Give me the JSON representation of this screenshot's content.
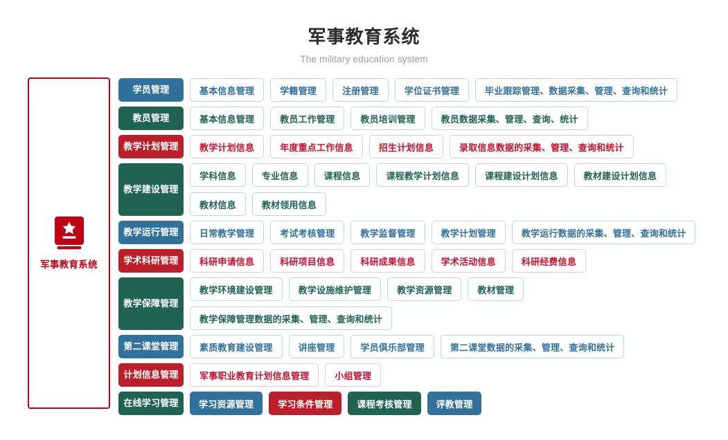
{
  "header": {
    "title": "军事教育系统",
    "subtitle": "The military education system"
  },
  "brand": {
    "icon": "book-star-icon",
    "label": "军事教育系统",
    "color": "#c00014"
  },
  "colors": {
    "blue": "#31719b",
    "green": "#1f6350",
    "red": "#bb1f2a",
    "brand_red": "#c00014"
  },
  "rows": [
    {
      "category": "学员管理",
      "color": "blue",
      "items": [
        {
          "label": "基本信息管理",
          "style": "outline",
          "color": "blue"
        },
        {
          "label": "学籍管理",
          "style": "outline",
          "color": "blue"
        },
        {
          "label": "注册管理",
          "style": "outline",
          "color": "blue"
        },
        {
          "label": "学位证书管理",
          "style": "outline",
          "color": "blue"
        },
        {
          "label": "毕业跟踪管理、数据采集、管理、查询和统计",
          "style": "outline",
          "color": "blue"
        }
      ]
    },
    {
      "category": "教员管理",
      "color": "green",
      "items": [
        {
          "label": "基本信息管理",
          "style": "outline",
          "color": "green"
        },
        {
          "label": "教员工作管理",
          "style": "outline",
          "color": "green"
        },
        {
          "label": "教员培训管理",
          "style": "outline",
          "color": "green"
        },
        {
          "label": "教员数据采集、管理、查询、统计",
          "style": "outline",
          "color": "green"
        }
      ]
    },
    {
      "category": "教学计划管理",
      "color": "red",
      "items": [
        {
          "label": "教学计划信息",
          "style": "outline",
          "color": "red"
        },
        {
          "label": "年度重点工作信息",
          "style": "outline",
          "color": "red"
        },
        {
          "label": "招生计划信息",
          "style": "outline",
          "color": "red"
        },
        {
          "label": "录取信息数据的采集、管理、查询和统计",
          "style": "outline",
          "color": "red"
        }
      ]
    },
    {
      "category": "教学建设管理",
      "color": "green",
      "items": [
        {
          "label": "学科信息",
          "style": "outline",
          "color": "green"
        },
        {
          "label": "专业信息",
          "style": "outline",
          "color": "green"
        },
        {
          "label": "课程信息",
          "style": "outline",
          "color": "green"
        },
        {
          "label": "课程教学计划信息",
          "style": "outline",
          "color": "green"
        },
        {
          "label": "课程建设计划信息",
          "style": "outline",
          "color": "green"
        },
        {
          "label": "教材建设计划信息",
          "style": "outline",
          "color": "green"
        },
        {
          "label": "教材信息",
          "style": "outline",
          "color": "green"
        },
        {
          "label": "教材领用信息",
          "style": "outline",
          "color": "green"
        }
      ]
    },
    {
      "category": "教学运行管理",
      "color": "blue",
      "items": [
        {
          "label": "日常教学管理",
          "style": "outline",
          "color": "blue"
        },
        {
          "label": "考试考核管理",
          "style": "outline",
          "color": "blue"
        },
        {
          "label": "教学监督管理",
          "style": "outline",
          "color": "blue"
        },
        {
          "label": "教学计划管理",
          "style": "outline",
          "color": "blue"
        },
        {
          "label": "教学运行数据的采集、管理、查询和统计",
          "style": "outline",
          "color": "blue"
        }
      ]
    },
    {
      "category": "学术科研管理",
      "color": "red",
      "items": [
        {
          "label": "科研申请信息",
          "style": "outline",
          "color": "red"
        },
        {
          "label": "科研项目信息",
          "style": "outline",
          "color": "red"
        },
        {
          "label": "科研成果信息",
          "style": "outline",
          "color": "red"
        },
        {
          "label": "学术活动信息",
          "style": "outline",
          "color": "red"
        },
        {
          "label": "科研经费信息",
          "style": "outline",
          "color": "red"
        }
      ]
    },
    {
      "category": "教学保障管理",
      "color": "green",
      "items": [
        {
          "label": "教学环境建设管理",
          "style": "outline",
          "color": "green"
        },
        {
          "label": "教学设施维护管理",
          "style": "outline",
          "color": "green"
        },
        {
          "label": "教学资源管理",
          "style": "outline",
          "color": "green"
        },
        {
          "label": "教材管理",
          "style": "outline",
          "color": "green"
        },
        {
          "label": "教学保障管理数据的采集、管理、查询和统计",
          "style": "outline",
          "color": "green"
        }
      ]
    },
    {
      "category": "第二课堂管理",
      "color": "blue",
      "items": [
        {
          "label": "素质教育建设管理",
          "style": "outline",
          "color": "blue"
        },
        {
          "label": "讲座管理",
          "style": "outline",
          "color": "blue"
        },
        {
          "label": "学员俱乐部管理",
          "style": "outline",
          "color": "blue"
        },
        {
          "label": "第二课堂数据的采集、管理、查询和统计",
          "style": "outline",
          "color": "blue"
        }
      ]
    },
    {
      "category": "计划信息管理",
      "color": "red",
      "items": [
        {
          "label": "军事职业教育计划信息管理",
          "style": "outline",
          "color": "red"
        },
        {
          "label": "小组管理",
          "style": "outline",
          "color": "red"
        }
      ]
    },
    {
      "category": "在线学习管理",
      "color": "green",
      "items": [
        {
          "label": "学习资源管理",
          "style": "solid",
          "color": "blue"
        },
        {
          "label": "学习条件管理",
          "style": "solid",
          "color": "red"
        },
        {
          "label": "课程考核管理",
          "style": "solid",
          "color": "green"
        },
        {
          "label": "评教管理",
          "style": "solid",
          "color": "blue"
        }
      ]
    }
  ]
}
